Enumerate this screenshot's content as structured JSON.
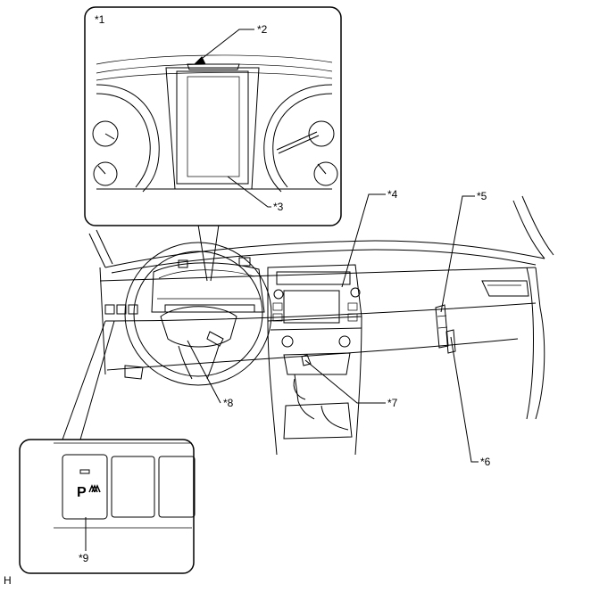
{
  "callouts": {
    "c1": "*1",
    "c2": "*2",
    "c3": "*3",
    "c4": "*4",
    "c5": "*5",
    "c6": "*6",
    "c7": "*7",
    "c8": "*8",
    "c9": "*9"
  },
  "corner_mark": "H",
  "switch_symbol": "P"
}
